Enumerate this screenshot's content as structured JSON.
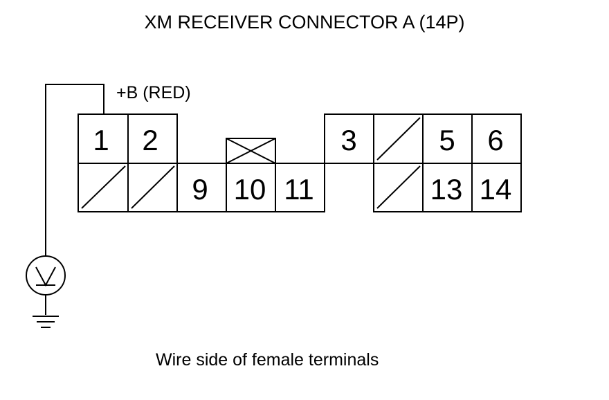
{
  "title": "XM RECEIVER CONNECTOR A (14P)",
  "wire_label": "+B (RED)",
  "footer": "Wire side of female terminals",
  "terminals": {
    "t1": "1",
    "t2": "2",
    "t3": "3",
    "t5": "5",
    "t6": "6",
    "t9": "9",
    "t10": "10",
    "t11": "11",
    "t13": "13",
    "t14": "14"
  },
  "meter_icon": "voltmeter-icon",
  "ground_icon": "ground-icon",
  "colors": {
    "line": "#000000",
    "background": "#ffffff"
  }
}
